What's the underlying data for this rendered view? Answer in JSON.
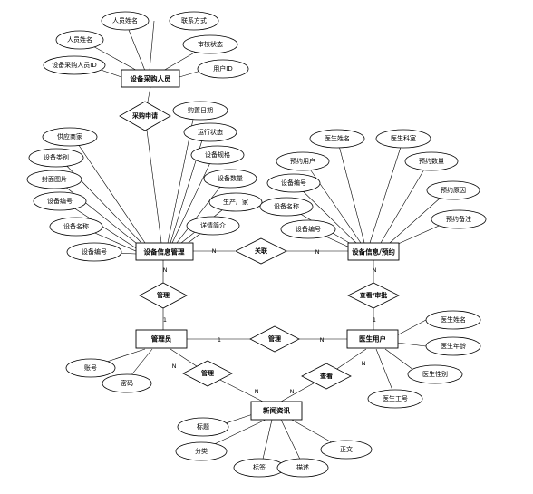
{
  "entities": {
    "equipment_purchaser": "设备采购人员",
    "equipment_info": "设备信息管理",
    "equipment_reservation": "设备信息/预约",
    "admin": "管理员",
    "doctor_user": "医生用户",
    "news": "新闻资讯"
  },
  "relationships": {
    "purchase_request": "采购申请",
    "association": "关联",
    "manage_info": "管理",
    "view_reserve": "查看/审批",
    "manage_users": "管理",
    "manage_news": "管理",
    "view_news": "查看"
  },
  "attributes": {
    "purchaser": [
      "人员姓名",
      "联系方式",
      "人员姓名",
      "审核状态",
      "设备采购人员ID",
      "用户ID"
    ],
    "equipment": [
      "购置日期",
      "运行状态",
      "供应商家",
      "设备规格",
      "设备类别",
      "设备数量",
      "封面图片",
      "生产厂家",
      "设备编号",
      "详情简介",
      "设备名称",
      "设备编号"
    ],
    "reservation": [
      "医生姓名",
      "医生科室",
      "预约用户",
      "预约数量",
      "设备编号",
      "预约原因",
      "设备名称",
      "预约备注",
      "设备编号"
    ],
    "doctor": [
      "医生姓名",
      "医生年龄",
      "医生性别",
      "医生工号"
    ],
    "admin": [
      "账号",
      "密码"
    ],
    "news": [
      "标题",
      "分类",
      "正文",
      "标签",
      "描述"
    ]
  },
  "cardinality": {
    "n": "N",
    "one": "1"
  }
}
